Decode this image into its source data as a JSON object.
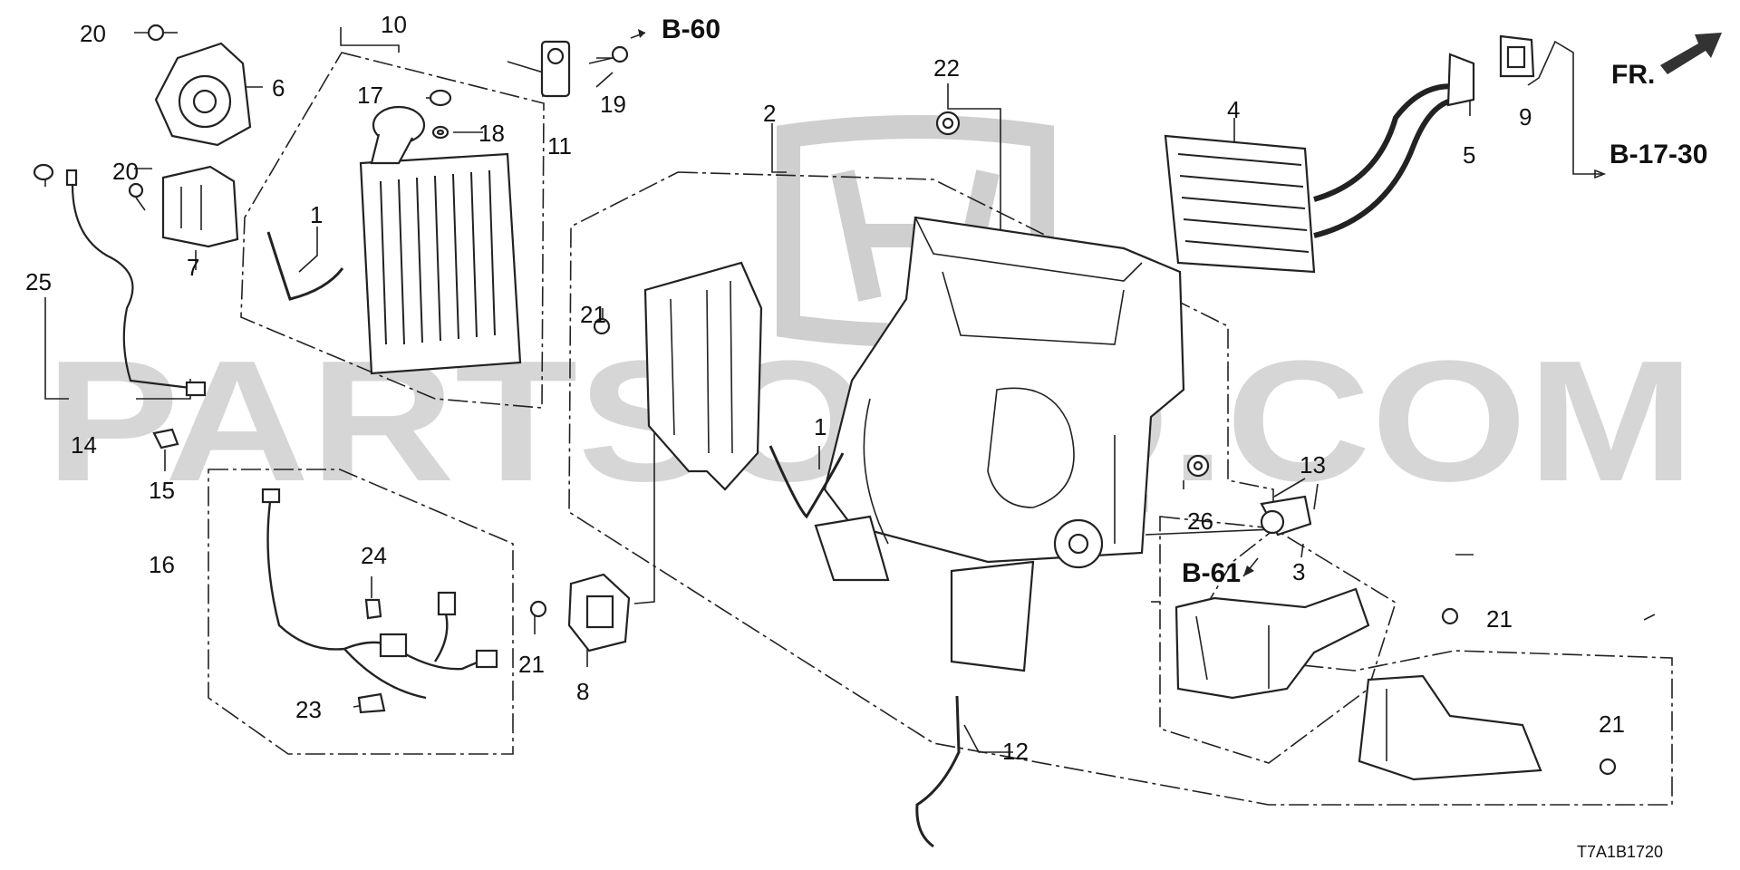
{
  "watermark": "PARTSOUQ.COM",
  "diagram_code": "T7A1B1720",
  "direction": {
    "label": "FR.",
    "icon": "forward-arrow-icon"
  },
  "references": [
    "B-60",
    "B-17-30",
    "B-61"
  ],
  "callouts": [
    "20",
    "6",
    "10",
    "17",
    "18",
    "11",
    "19",
    "20",
    "7",
    "1",
    "25",
    "14",
    "15",
    "16",
    "24",
    "23",
    "21",
    "8",
    "21",
    "1",
    "2",
    "22",
    "4",
    "5",
    "9",
    "13",
    "26",
    "3",
    "21",
    "21",
    "12"
  ]
}
